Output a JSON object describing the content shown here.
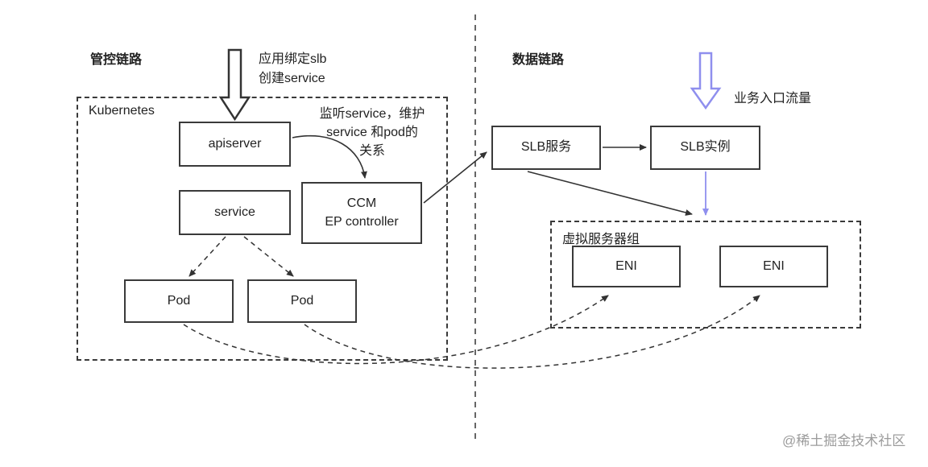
{
  "colors": {
    "accent_purple": "#8f8fee",
    "line": "#333333",
    "watermark_gray": "#9c9c9c"
  },
  "left": {
    "title": "管控链路",
    "group_label": "Kubernetes",
    "bind_label_line1": "应用绑定slb",
    "bind_label_line2": "创建service",
    "note_line1": "监听service，维护",
    "note_line2": "service 和pod的",
    "note_line3": "关系",
    "nodes": {
      "apiserver": "apiserver",
      "service": "service",
      "pod1": "Pod",
      "pod2": "Pod",
      "ccm_line1": "CCM",
      "ccm_line2": "EP controller"
    }
  },
  "right": {
    "title": "数据链路",
    "traffic_label": "业务入口流量",
    "group_label": "虚拟服务器组",
    "nodes": {
      "slb_service": "SLB服务",
      "slb_instance": "SLB实例",
      "eni1": "ENI",
      "eni2": "ENI"
    }
  },
  "watermark": "@稀土掘金技术社区"
}
